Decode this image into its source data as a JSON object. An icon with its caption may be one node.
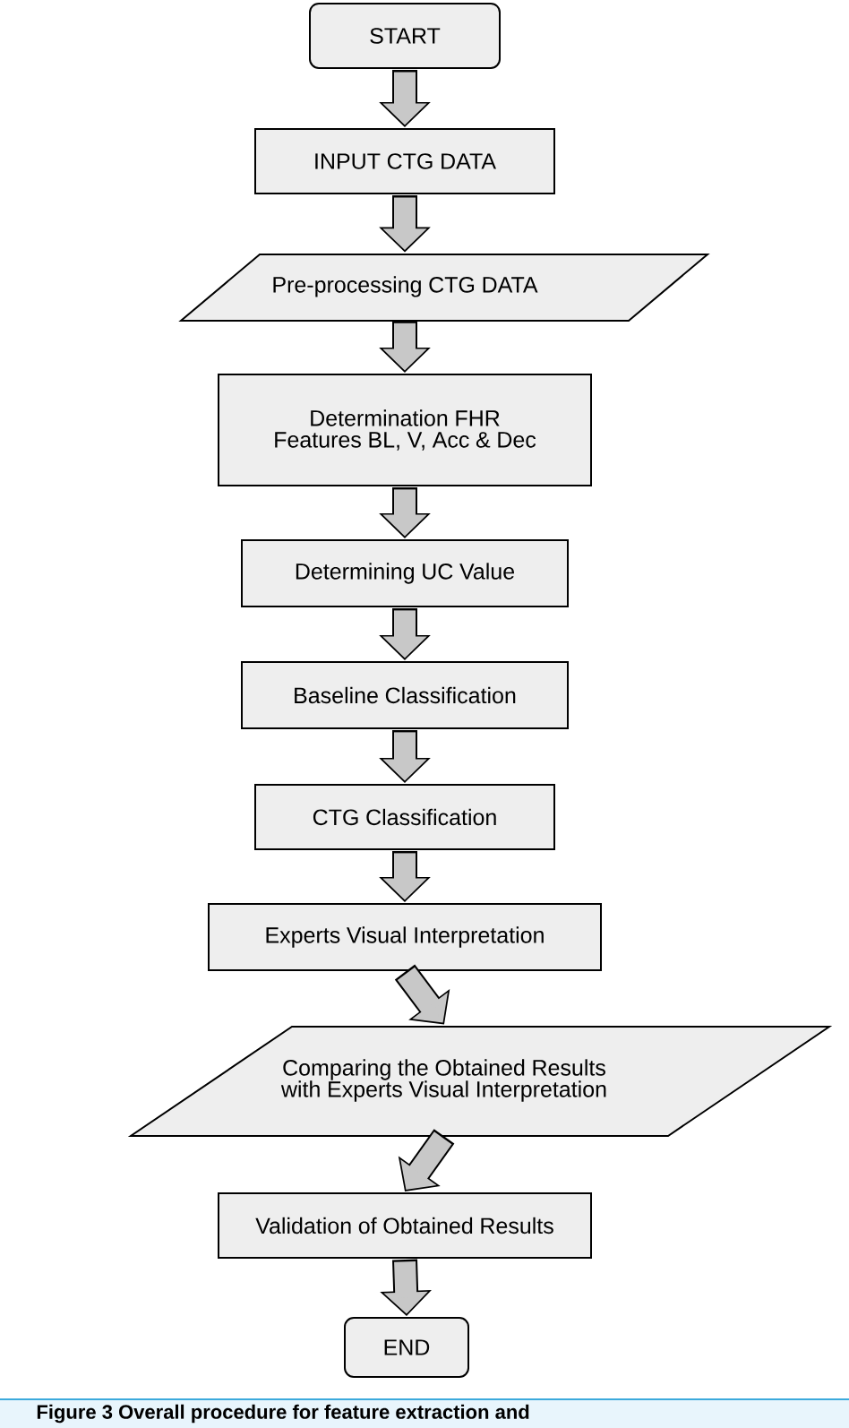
{
  "diagram": {
    "caption": "Figure 3 Overall procedure for feature extraction and",
    "nodes": [
      {
        "text": [
          "START"
        ]
      },
      {
        "text": [
          "INPUT CTG DATA"
        ]
      },
      {
        "text": [
          "Pre-processing CTG DATA"
        ]
      },
      {
        "text": [
          "Determination FHR Features BL, V, Acc & Dec"
        ]
      },
      {
        "text": [
          "Determining UC Value"
        ]
      },
      {
        "text": [
          "Baseline Classification"
        ]
      },
      {
        "text": [
          "CTG Classification"
        ]
      },
      {
        "text": [
          "Experts Visual Interpretation"
        ]
      },
      {
        "text": [
          "Comparing the Obtained Results with Experts Visual Interpretation"
        ]
      },
      {
        "text": [
          "Validation of Obtained Results"
        ]
      },
      {
        "text": [
          "END"
        ]
      }
    ],
    "edges": [
      {
        "from": 0,
        "to": 1,
        "arrow": "to"
      },
      {
        "from": 1,
        "to": 2,
        "arrow": "to"
      },
      {
        "from": 2,
        "to": 3,
        "arrow": "to"
      },
      {
        "from": 3,
        "to": 4,
        "arrow": "to"
      },
      {
        "from": 4,
        "to": 5,
        "arrow": "to"
      },
      {
        "from": 5,
        "to": 6,
        "arrow": "to"
      },
      {
        "from": 6,
        "to": 7,
        "arrow": "to"
      },
      {
        "from": 7,
        "to": 8,
        "arrow": "to"
      },
      {
        "from": 8,
        "to": 9,
        "arrow": "to"
      },
      {
        "from": 9,
        "to": 10,
        "arrow": "to"
      }
    ]
  }
}
